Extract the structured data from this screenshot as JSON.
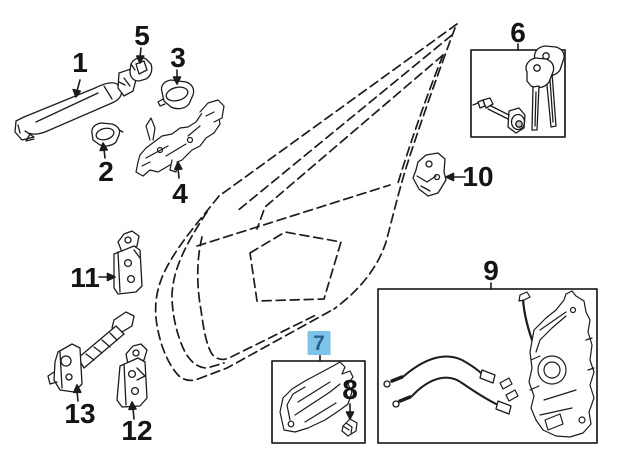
{
  "diagram": {
    "description_visible_text_only": true,
    "callouts": {
      "c1": {
        "text": "1"
      },
      "c2": {
        "text": "2"
      },
      "c3": {
        "text": "3"
      },
      "c4": {
        "text": "4"
      },
      "c5": {
        "text": "5"
      },
      "c6": {
        "text": "6"
      },
      "c7": {
        "text": "7"
      },
      "c8": {
        "text": "8"
      },
      "c9": {
        "text": "9"
      },
      "c10": {
        "text": "10"
      },
      "c11": {
        "text": "11"
      },
      "c12": {
        "text": "12"
      },
      "c13": {
        "text": "13"
      }
    },
    "highlighted_callout": "7",
    "colors": {
      "line": "#1c1c1c",
      "background": "#ffffff",
      "highlight_bg": "#7ec3e8",
      "highlight_text": "#27618f"
    }
  }
}
